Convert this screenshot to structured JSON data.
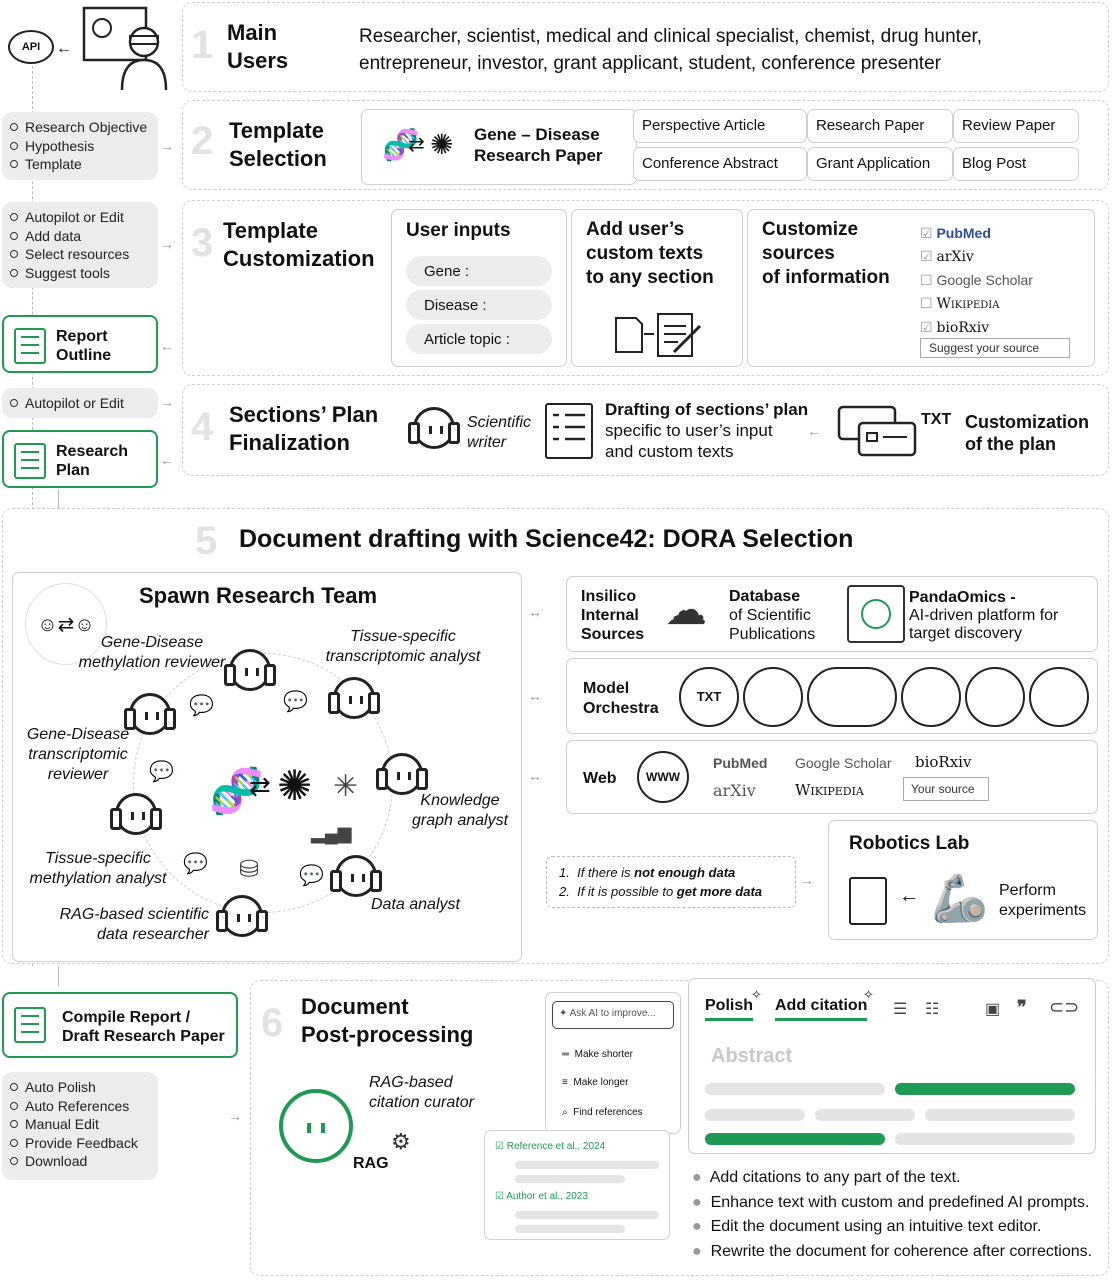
{
  "s1": {
    "num": "1",
    "title": [
      "Main",
      "Users"
    ],
    "text": [
      "Researcher, scientist, medical and clinical specialist, chemist, drug hunter,",
      "entrepreneur, investor, grant applicant, student, conference presenter"
    ],
    "api": "API"
  },
  "left1": [
    "Research Objective",
    "Hypothesis",
    "Template"
  ],
  "s2": {
    "num": "2",
    "title": [
      "Template",
      "Selection"
    ],
    "selected": [
      "Gene – Disease",
      "Research Paper"
    ],
    "templates": [
      "Perspective Article",
      "Research Paper",
      "Review Paper",
      "Conference Abstract",
      "Grant Application",
      "Blog Post"
    ]
  },
  "left2": [
    "Autopilot or Edit",
    "Add data",
    "Select resources",
    "Suggest tools"
  ],
  "s3": {
    "num": "3",
    "title": [
      "Template",
      "Customization"
    ],
    "inputs_title": "User inputs",
    "inputs": [
      "Gene :",
      "Disease :",
      "Article topic :"
    ],
    "custom_title": [
      "Add user’s",
      "custom texts",
      "to any section"
    ],
    "sources_title": [
      "Customize",
      "sources",
      "of information"
    ],
    "sources": [
      {
        "name": "PubMed",
        "checked": true
      },
      {
        "name": "arXiv",
        "checked": true
      },
      {
        "name": "Google Scholar",
        "checked": false
      },
      {
        "name": "Wikipedia",
        "checked": false
      },
      {
        "name": "bioRxiv",
        "checked": true
      }
    ],
    "suggest": "Suggest your source"
  },
  "report_outline": [
    "Report",
    "Outline"
  ],
  "left3": [
    "Autopilot or Edit"
  ],
  "research_plan": [
    "Research",
    "Plan"
  ],
  "s4": {
    "num": "4",
    "title": [
      "Sections’ Plan",
      "Finalization"
    ],
    "writer": [
      "Scientific",
      "writer"
    ],
    "drafting": [
      "Drafting of sections’ plan",
      "specific to user’s input",
      "and custom texts"
    ],
    "txt": "TXT",
    "custom": [
      "Customization",
      "of the plan"
    ]
  },
  "s5": {
    "num": "5",
    "title": "Document drafting with Science42: DORA Selection",
    "team_title": "Spawn Research Team",
    "agents": [
      [
        "Gene-Disease",
        "methylation reviewer"
      ],
      [
        "Tissue-specific",
        "transcriptomic analyst"
      ],
      [
        "Gene-Disease",
        "transcriptomic",
        "reviewer"
      ],
      [
        "Knowledge",
        "graph analyst"
      ],
      [
        "Tissue-specific",
        "methylation analyst"
      ],
      [
        "Data analyst"
      ],
      [
        "RAG-based scientific",
        "data researcher"
      ]
    ],
    "insilico": [
      "Insilico",
      "Internal",
      "Sources"
    ],
    "db_title": "Database",
    "db_sub": [
      "of Scientific",
      "Publications"
    ],
    "panda_title": "PandaOmics -",
    "panda_sub": [
      "AI-driven platform for",
      "target discovery"
    ],
    "model": [
      "Model",
      "Orchestra"
    ],
    "txt": "TXT",
    "web": "Web",
    "www": "WWW",
    "web_sources": [
      "PubMed",
      "Google Scholar",
      "bioRxiv",
      "arXiv",
      "Wikipedia"
    ],
    "your_source": "Your source",
    "cond_pre1": "If there is ",
    "cond_b1": "not enough data",
    "cond_pre2": "If it is possible to ",
    "cond_b2": "get more data",
    "robotics": "Robotics Lab",
    "perform": [
      "Perform",
      "experiments"
    ]
  },
  "compile": [
    "Compile Report /",
    "Draft Research Paper"
  ],
  "left4": [
    "Auto Polish",
    "Auto References",
    "Manual Edit",
    "Provide Feedback",
    "Download"
  ],
  "s6": {
    "num": "6",
    "title": [
      "Document",
      "Post-processing"
    ],
    "curator": [
      "RAG-based",
      "citation curator"
    ],
    "rag": "RAG",
    "ask": "Ask AI to improve...",
    "menu": [
      "Make shorter",
      "Make longer",
      "Find references"
    ],
    "refs": [
      "Reference et al., 2024",
      "Author et al., 2023"
    ],
    "tabs": [
      "Polish",
      "Add citation"
    ],
    "abstract": "Abstract",
    "bullets": [
      "Add citations to any part of the text.",
      "Enhance text with custom and predefined AI prompts.",
      "Edit the document using an intuitive text editor.",
      "Rewrite the document for coherence after corrections."
    ]
  },
  "colors": {
    "accent": "#1f9a55",
    "panel_border": "#cfcfcf",
    "gray": "#ececec"
  }
}
